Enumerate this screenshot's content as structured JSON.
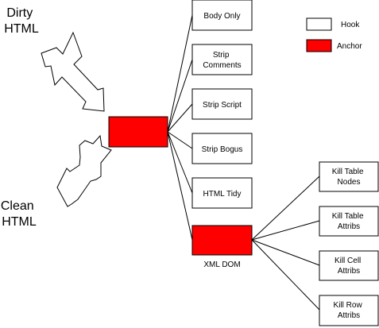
{
  "input_label": [
    "Dirty",
    "HTML"
  ],
  "output_label": [
    "Clean",
    "HTML"
  ],
  "legend": {
    "hook_label": "Hook",
    "anchor_label": "Anchor"
  },
  "colors": {
    "hook_fill": "#ffffff",
    "anchor_fill": "#ff0000",
    "stroke": "#000000"
  },
  "hooks": [
    [
      "Body Only"
    ],
    [
      "Strip",
      "Comments"
    ],
    [
      "Strip Script"
    ],
    [
      "Strip Bogus"
    ],
    [
      "HTML Tidy"
    ]
  ],
  "xml_dom_label": "XML DOM",
  "xml_dom_hooks": [
    [
      "Kill Table",
      "Nodes"
    ],
    [
      "Kill Table",
      "Attribs"
    ],
    [
      "Kill Cell",
      "Attribs"
    ],
    [
      "Kill Row",
      "Attribs"
    ]
  ]
}
